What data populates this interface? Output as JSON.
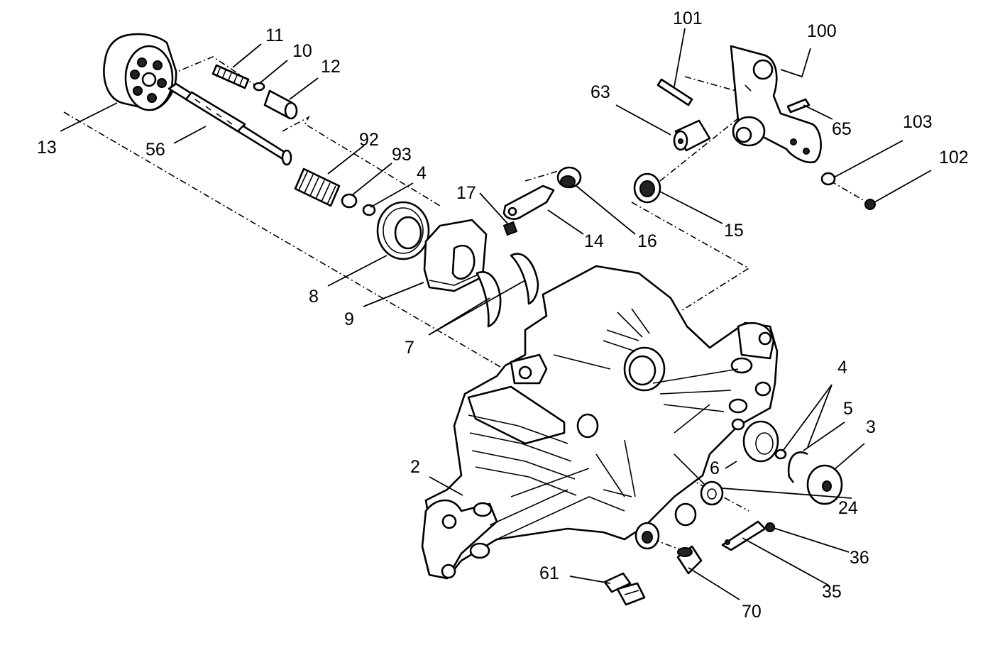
{
  "labels": [
    {
      "id": "11",
      "text": "11"
    },
    {
      "id": "10",
      "text": "10"
    },
    {
      "id": "12",
      "text": "12"
    },
    {
      "id": "13",
      "text": "13"
    },
    {
      "id": "56",
      "text": "56"
    },
    {
      "id": "92",
      "text": "92"
    },
    {
      "id": "93",
      "text": "93"
    },
    {
      "id": "4a",
      "text": "4"
    },
    {
      "id": "17",
      "text": "17"
    },
    {
      "id": "14",
      "text": "14"
    },
    {
      "id": "16",
      "text": "16"
    },
    {
      "id": "8",
      "text": "8"
    },
    {
      "id": "9",
      "text": "9"
    },
    {
      "id": "7",
      "text": "7"
    },
    {
      "id": "101",
      "text": "101"
    },
    {
      "id": "100",
      "text": "100"
    },
    {
      "id": "63",
      "text": "63"
    },
    {
      "id": "65",
      "text": "65"
    },
    {
      "id": "103",
      "text": "103"
    },
    {
      "id": "102",
      "text": "102"
    },
    {
      "id": "15",
      "text": "15"
    },
    {
      "id": "4b",
      "text": "4"
    },
    {
      "id": "5",
      "text": "5"
    },
    {
      "id": "3",
      "text": "3"
    },
    {
      "id": "6",
      "text": "6"
    },
    {
      "id": "24",
      "text": "24"
    },
    {
      "id": "2",
      "text": "2"
    },
    {
      "id": "36",
      "text": "36"
    },
    {
      "id": "35",
      "text": "35"
    },
    {
      "id": "61",
      "text": "61"
    },
    {
      "id": "70",
      "text": "70"
    }
  ]
}
